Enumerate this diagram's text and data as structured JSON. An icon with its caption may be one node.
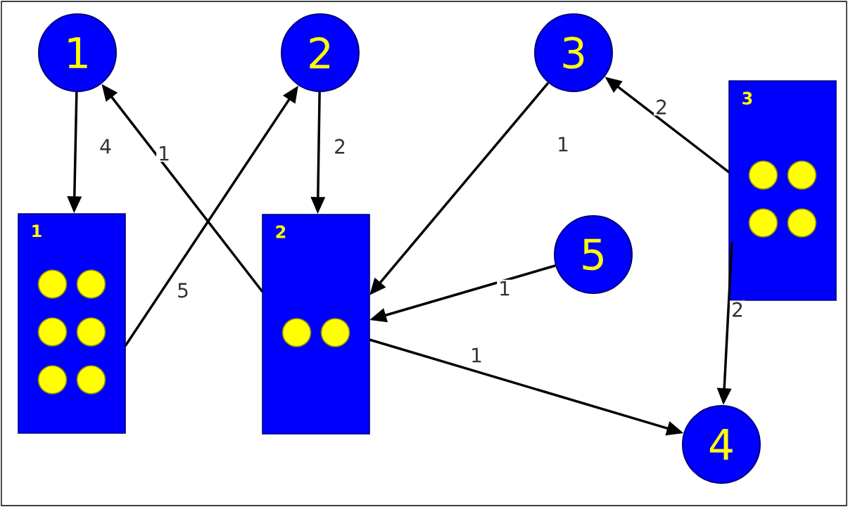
{
  "diagram": {
    "nodes": [
      {
        "text": [
          "1"
        ]
      },
      {
        "text": [
          "2"
        ]
      },
      {
        "text": [
          "3"
        ]
      },
      {
        "text": [
          "3"
        ]
      },
      {
        "text": [
          "1"
        ]
      },
      {
        "text": [
          "2"
        ]
      },
      {
        "text": [
          "5"
        ]
      },
      {
        "text": [
          "4"
        ]
      },
      {
        "text": [],
        "shape": "circle",
        "in": 4
      },
      {
        "text": [],
        "shape": "circle",
        "in": 4
      },
      {
        "text": [],
        "shape": "circle",
        "in": 4
      },
      {
        "text": [],
        "shape": "circle",
        "in": 4
      },
      {
        "text": [],
        "shape": "circle",
        "in": 4
      },
      {
        "text": [],
        "shape": "circle",
        "in": 4
      },
      {
        "text": [],
        "shape": "circle",
        "in": 5
      },
      {
        "text": [],
        "shape": "circle",
        "in": 5
      },
      {
        "text": [],
        "shape": "circle",
        "in": 3
      },
      {
        "text": [],
        "shape": "circle",
        "in": 3
      },
      {
        "text": [],
        "shape": "circle",
        "in": 3
      },
      {
        "text": [],
        "shape": "circle",
        "in": 3
      }
    ],
    "edges": [
      {
        "from": 0,
        "to": 4,
        "arrow": "to",
        "label": "4"
      },
      {
        "from": 5,
        "to": 0,
        "arrow": "to",
        "label": "1"
      },
      {
        "from": 4,
        "to": 1,
        "arrow": "to",
        "label": "5"
      },
      {
        "from": 1,
        "to": 5,
        "arrow": "to",
        "label": "2"
      },
      {
        "from": 2,
        "to": 5,
        "arrow": "to",
        "label": "1"
      },
      {
        "from": 3,
        "to": 2,
        "arrow": "to",
        "label": "2"
      },
      {
        "from": 6,
        "to": 5,
        "arrow": "to",
        "label": "1"
      },
      {
        "from": 5,
        "to": 7,
        "arrow": "to",
        "label": "1"
      },
      {
        "from": 3,
        "to": 7,
        "arrow": "to",
        "label": "2"
      }
    ]
  }
}
